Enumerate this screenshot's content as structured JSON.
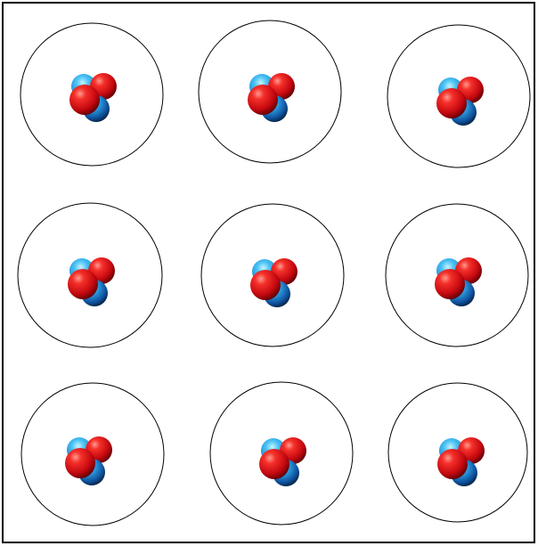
{
  "colors": {
    "background": "#ffffff",
    "border": "#000000",
    "orbit": "#000000",
    "proton": "#e0161d",
    "neutron": "#1f7fd4",
    "neutron_highlight": "#3fb6f0"
  },
  "atoms": {
    "rows": 3,
    "cols": 3,
    "nucleus": {
      "particles": [
        {
          "kind": "neutron",
          "role": "back-top"
        },
        {
          "kind": "proton",
          "role": "top-right"
        },
        {
          "kind": "neutron",
          "role": "bottom"
        },
        {
          "kind": "proton",
          "role": "front-left"
        }
      ]
    }
  }
}
